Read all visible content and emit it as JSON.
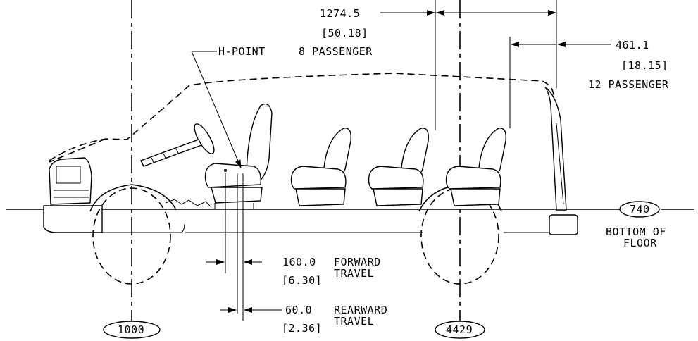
{
  "annotations": {
    "h_point": "H-POINT",
    "passenger8": "8 PASSENGER",
    "passenger12": "12 PASSENGER",
    "dim_1274_mm": "1274.5",
    "dim_1274_in": "[50.18]",
    "dim_461_mm": "461.1",
    "dim_461_in": "[18.15]",
    "forward_mm": "160.0",
    "forward_label_1": "FORWARD",
    "forward_label_2": "TRAVEL",
    "forward_in": "[6.30]",
    "rearward_mm": "60.0",
    "rearward_label_1": "REARWARD",
    "rearward_label_2": "TRAVEL",
    "rearward_in": "[2.36]",
    "floor_ref": "740",
    "floor_label_1": "BOTTOM OF",
    "floor_label_2": "FLOOR",
    "front_axle_ref": "1000",
    "rear_axle_ref": "4429"
  }
}
